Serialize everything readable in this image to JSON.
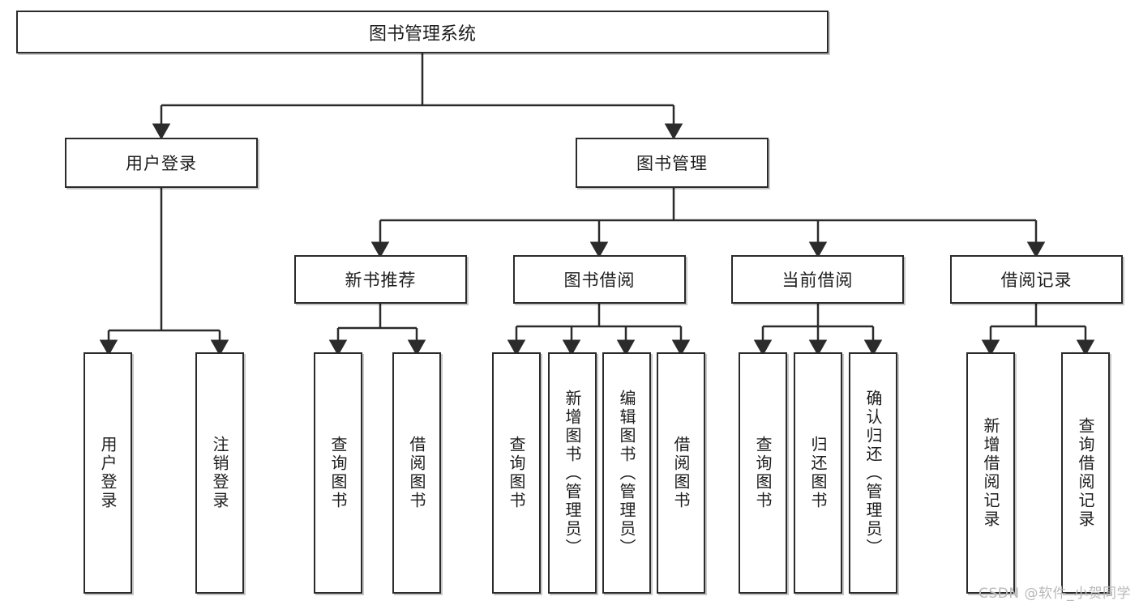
{
  "diagram": {
    "title": "图书管理系统",
    "type": "hierarchy-tree",
    "root": {
      "label": "图书管理系统"
    },
    "level2": [
      {
        "label": "用户登录"
      },
      {
        "label": "图书管理"
      }
    ],
    "level3": [
      {
        "label": "新书推荐"
      },
      {
        "label": "图书借阅"
      },
      {
        "label": "当前借阅"
      },
      {
        "label": "借阅记录"
      }
    ],
    "leaves": {
      "user_login": [
        {
          "label": "用户登录"
        },
        {
          "label": "注销登录"
        }
      ],
      "new_book_recommend": [
        {
          "label": "查询图书"
        },
        {
          "label": "借阅图书"
        }
      ],
      "book_borrow": [
        {
          "label": "查询图书"
        },
        {
          "label": "新增图书（管理员）"
        },
        {
          "label": "编辑图书（管理员）"
        },
        {
          "label": "借阅图书"
        }
      ],
      "current_borrow": [
        {
          "label": "查询图书"
        },
        {
          "label": "归还图书"
        },
        {
          "label": "确认归还（管理员）"
        }
      ],
      "borrow_record": [
        {
          "label": "新增借阅记录"
        },
        {
          "label": "查询借阅记录"
        }
      ]
    }
  },
  "watermark": {
    "text": "CSDN @软件_小贺同学"
  },
  "colors": {
    "stroke": "#2b2b2b",
    "fill": "#ffffff",
    "text": "#1d1d1d",
    "watermark": "#b9b9b9"
  }
}
